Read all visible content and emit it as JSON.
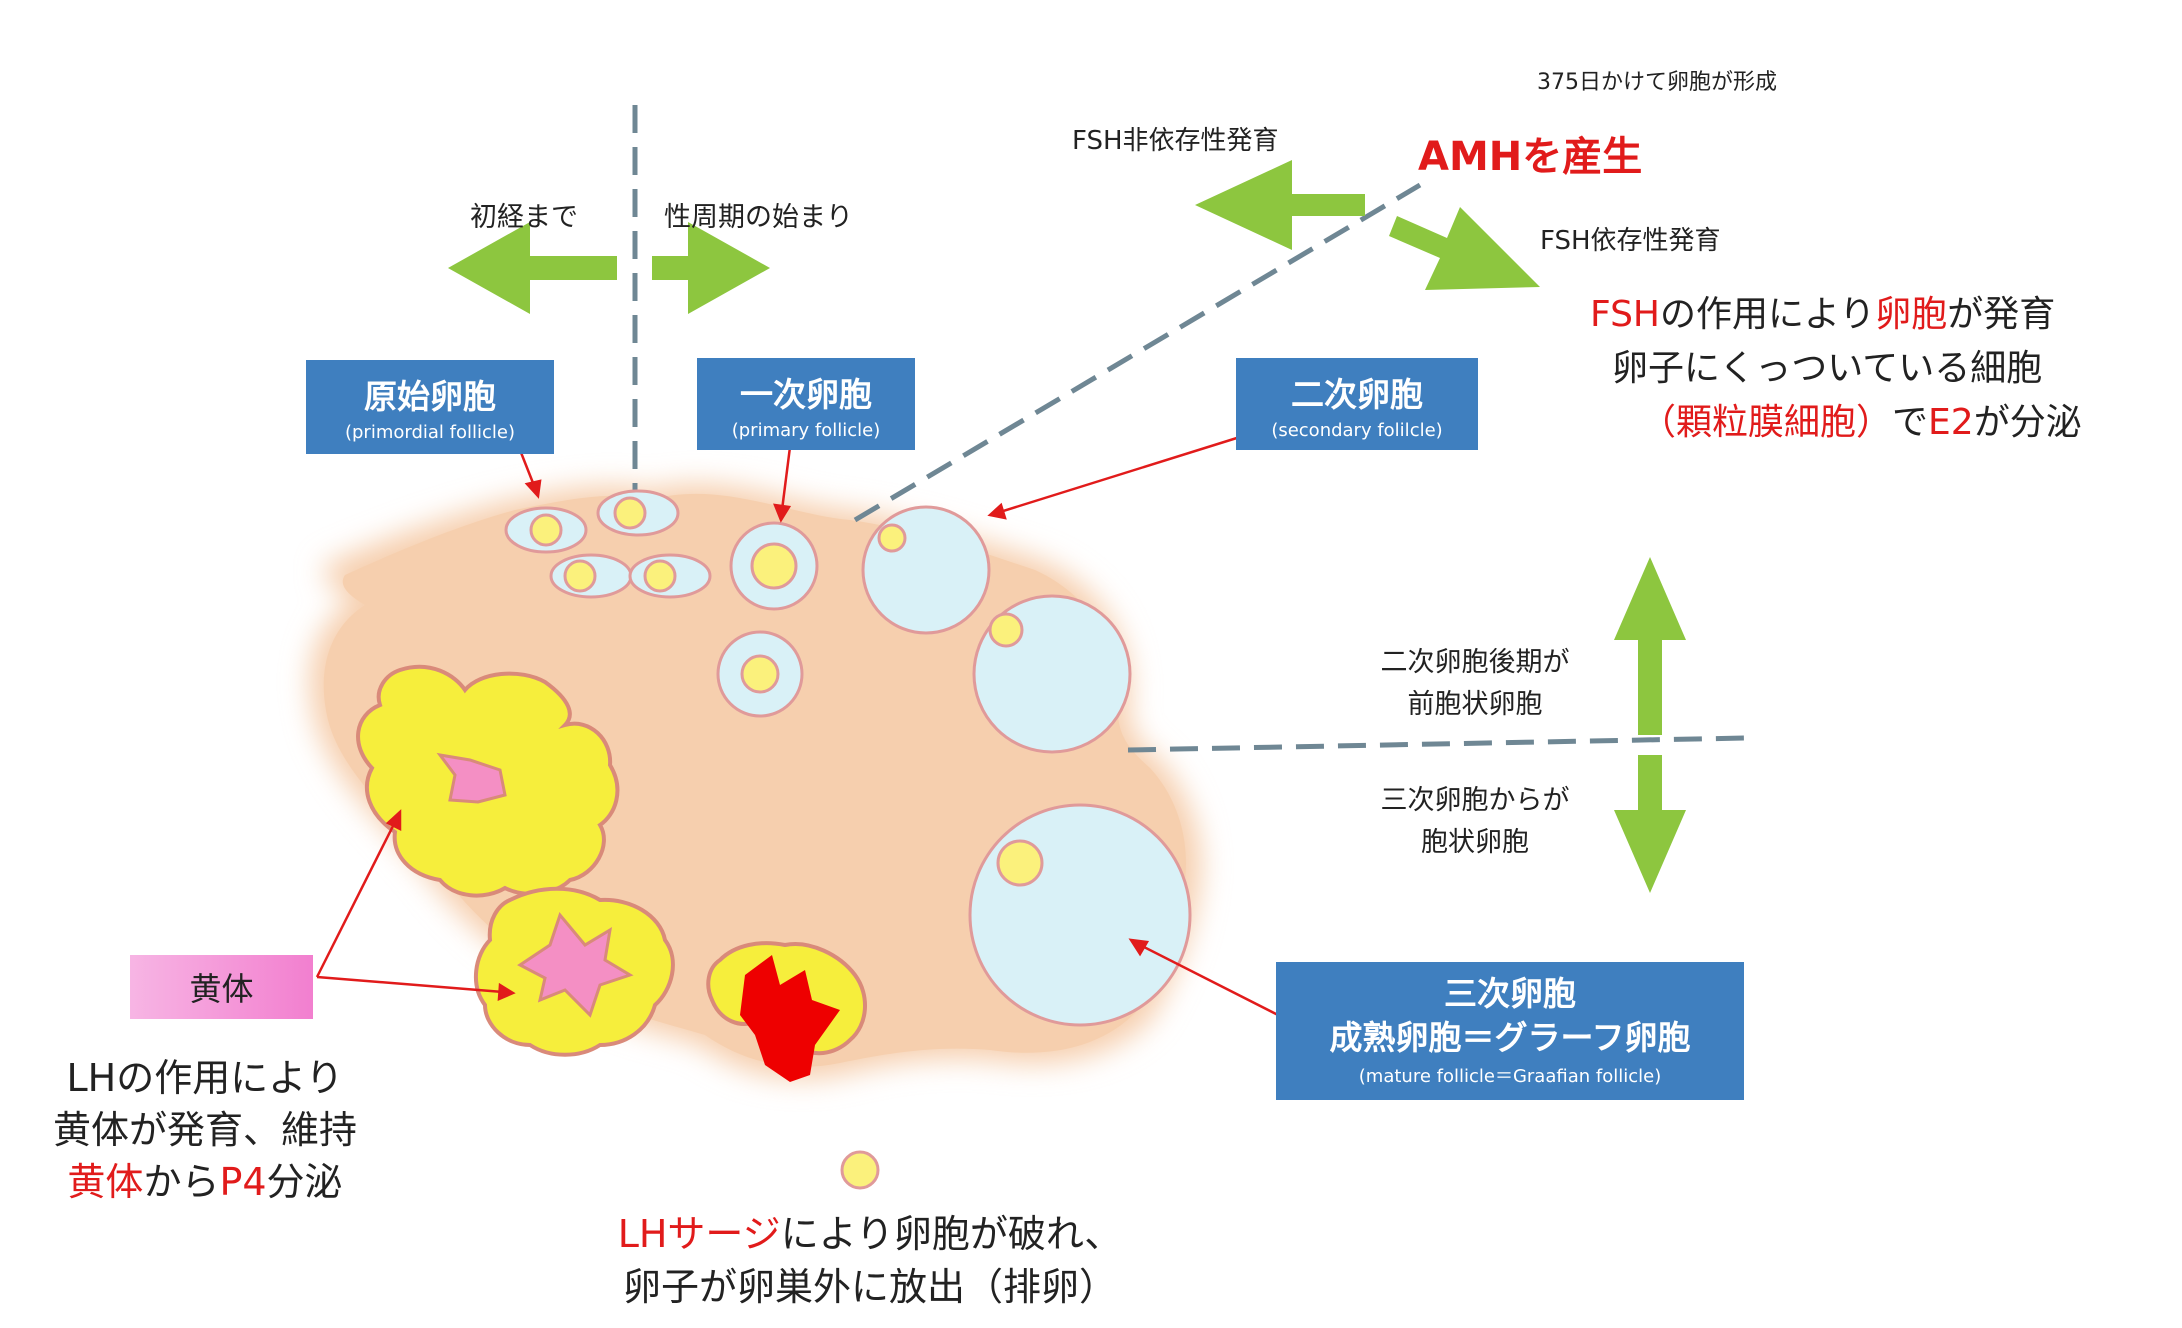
{
  "top": {
    "note_375": "375日かけて卵胞が形成",
    "fsh_independent": "FSH非依存性発育",
    "amh": "AMHを産生",
    "fsh_dependent": "FSH依存性発育",
    "until_menarche": "初経まで",
    "cycle_start": "性周期の始まり"
  },
  "fsh_note": {
    "l1_a": "FSH",
    "l1_b": "の作用により",
    "l1_c": "卵胞",
    "l1_d": "が発育",
    "l2": "卵子にくっついている細胞",
    "l3_a": "（顆粒膜細胞）",
    "l3_b": "で",
    "l3_c": "E2",
    "l3_d": "が分泌"
  },
  "labels": {
    "primordial": {
      "title": "原始卵胞",
      "sub": "(primordial follicle)"
    },
    "primary": {
      "title": "一次卵胞",
      "sub": "(primary follicle)"
    },
    "secondary": {
      "title": "二次卵胞",
      "sub": "(secondary folilcle)"
    },
    "tertiary": {
      "title1": "三次卵胞",
      "title2": "成熟卵胞＝グラーフ卵胞",
      "sub": "(mature follicle＝Graafian follicle)"
    }
  },
  "right_side": {
    "late_secondary_1": "二次卵胞後期が",
    "late_secondary_2": "前胞状卵胞",
    "tertiary_1": "三次卵胞からが",
    "tertiary_2": "胞状卵胞"
  },
  "corpus": {
    "label": "黄体",
    "l1": "LHの作用により",
    "l2": "黄体が発育、維持",
    "l3_a": "黄体",
    "l3_b": "から",
    "l3_c": "P4",
    "l3_d": "分泌"
  },
  "ovulation": {
    "l1_a": "LHサージ",
    "l1_b": "により卵胞が破れ、",
    "l2": "卵子が卵巣外に放出（排卵）"
  },
  "colors": {
    "ovary": "#f6cfae",
    "follicle_fill": "#d9f1f7",
    "follicle_stroke": "#e09a9a",
    "oocyte": "#fbf17c",
    "corpus_fill": "#f6ee3c",
    "corpus_center": "#f48fc4",
    "ruptured_center": "#ee0000",
    "green_arrow": "#8dc63f",
    "box_blue": "#3f7fbf",
    "dash_gray": "#6f8794",
    "accent_red": "#e11b1b"
  }
}
